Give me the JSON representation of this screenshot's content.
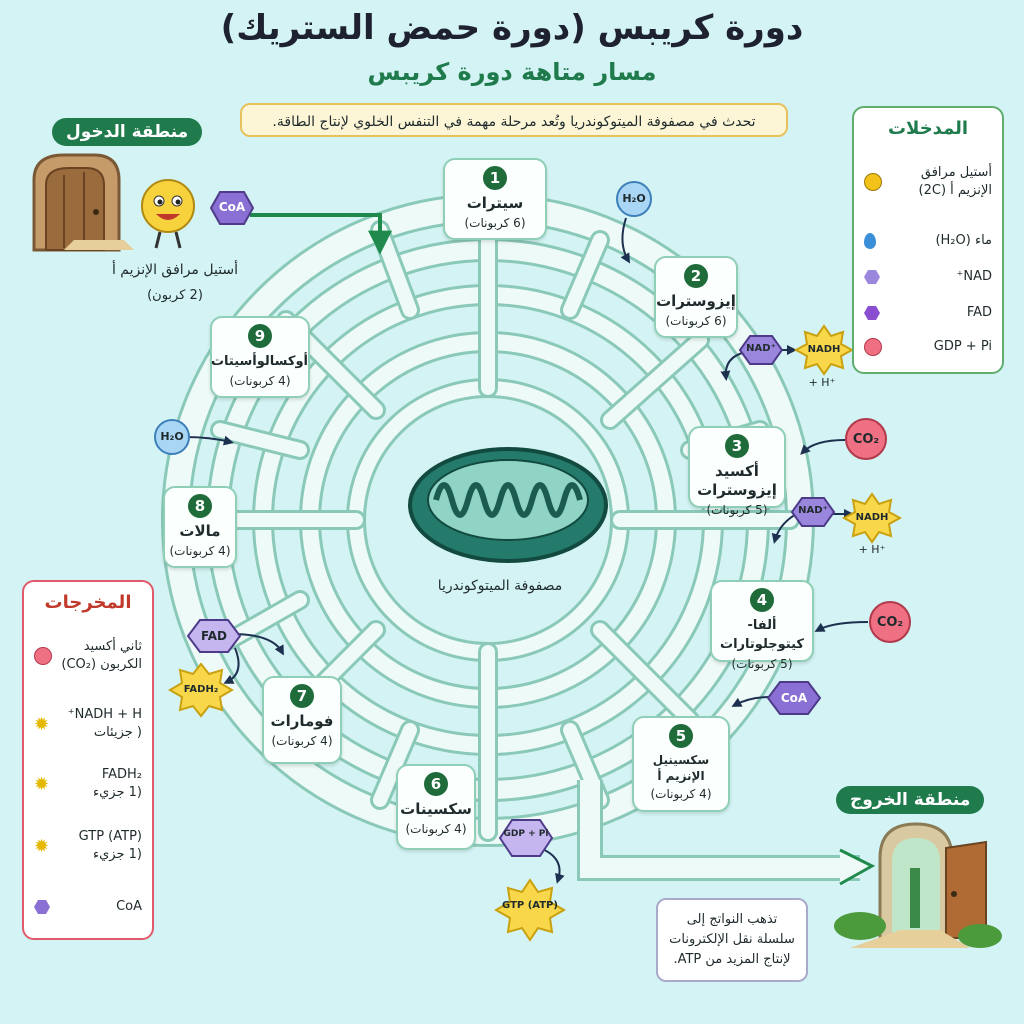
{
  "title": "دورة كريبس (دورة حمض الستريك)",
  "subtitle": "مسار متاهة دورة كريبس",
  "description": "تحدث في مصفوفة الميتوكوندريا وتُعد مرحلة مهمة في التنفس الخلوي لإنتاج الطاقة.",
  "entry_zone": "منطقة الدخول",
  "exit_zone": "منطقة الخروج",
  "entry_label": {
    "name": "أستيل مرافق الإنزيم أ",
    "carbons": "(2 كربون)"
  },
  "coa": "CoA",
  "center_label": "مصفوفة الميتوكوندريا",
  "steps": [
    {
      "num": "1",
      "name": "سيترات",
      "carbons": "(6 كربونات)"
    },
    {
      "num": "2",
      "name": "إيزوسترات",
      "carbons": "(6 كربونات)"
    },
    {
      "num": "3",
      "name": "أكسيد إيزوسترات",
      "carbons": "(5 كربونات)"
    },
    {
      "num": "4",
      "name": "ألفا-كيتوجلوتارات",
      "carbons": "(5 كربونات)"
    },
    {
      "num": "5",
      "name": "سكسينيل الإنزيم أ",
      "name2": "الإنزيم أ",
      "carbons": "(4 كربونات)"
    },
    {
      "num": "6",
      "name": "سكسينات",
      "carbons": "(4 كربونات)"
    },
    {
      "num": "7",
      "name": "فومارات",
      "carbons": "(4 كربونات)"
    },
    {
      "num": "8",
      "name": "مالات",
      "carbons": "(4 كربونات)"
    },
    {
      "num": "9",
      "name": "أوكسالوأسيتات",
      "carbons": "(4 كربونات)"
    }
  ],
  "molecules": {
    "h2o": "H₂O",
    "nad": "NAD⁺",
    "nadh": "NADH",
    "hplus": "+ H⁺",
    "co2": "CO₂",
    "fad": "FAD",
    "fadh2": "FADH₂",
    "gdp": "GDP + Pi",
    "gtp": "GTP (ATP)"
  },
  "inputs": {
    "title": "المدخلات",
    "items": [
      {
        "label": "أستيل مرافق الإنزيم أ (2C)",
        "color": "#f2c21b"
      },
      {
        "label": "ماء (H₂O)",
        "color": "#3b8fd9"
      },
      {
        "label": "NAD⁺",
        "color": "#9b86dd"
      },
      {
        "label": "FAD",
        "color": "#8a4fd0"
      },
      {
        "label": "GDP + Pi",
        "color": "#f07083"
      }
    ]
  },
  "outputs": {
    "title": "المخرجات",
    "items": [
      {
        "label": "ثاني أكسيد الكربون (CO₂)",
        "color": "#f07083"
      },
      {
        "label": "NADH + H⁺",
        "sub": "( جزيئات"
      },
      {
        "label": "FADH₂",
        "sub": "(1 جزيء"
      },
      {
        "label": "GTP (ATP)",
        "sub": "(1 جزيء"
      },
      {
        "label": "CoA",
        "color": "#8a6fd4"
      }
    ]
  },
  "exit_note": [
    "تذهب النواتج إلى",
    "سلسلة نقل الإلكترونات",
    "لإنتاج المزيد من ATP."
  ],
  "colors": {
    "accent": "#1f7a4c",
    "path": "#eaf8f6",
    "path_edge": "#8ac9b8",
    "background": "#d3f3f4"
  }
}
